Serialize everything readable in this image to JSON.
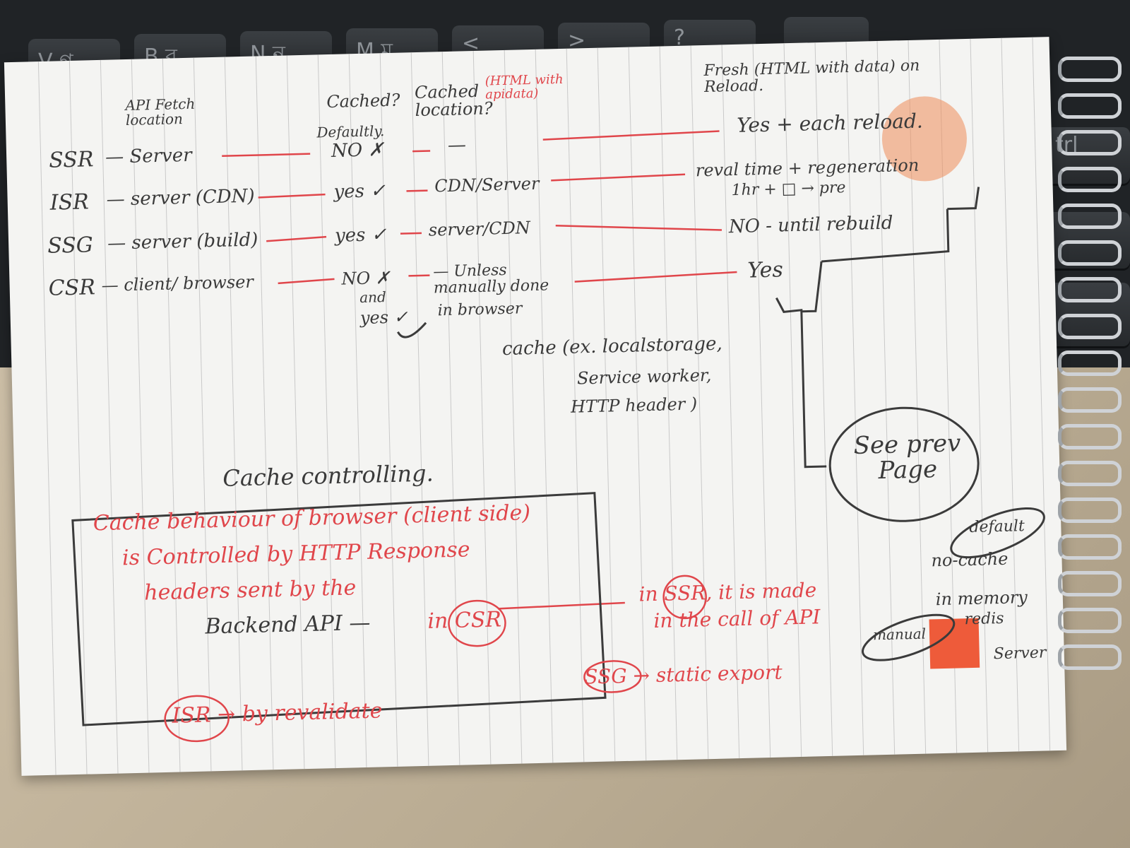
{
  "keyboard": {
    "keys": [
      {
        "label": "V গ"
      },
      {
        "label": "B ব"
      },
      {
        "label": "N ন"
      },
      {
        "label": "M ম"
      },
      {
        "label": "<"
      },
      {
        "label": ">"
      },
      {
        "label": "?"
      },
      {
        "label": "trl"
      }
    ]
  },
  "notes": {
    "headers": {
      "api_fetch": "API Fetch location",
      "cached": "Cached?",
      "cached_location": "Cached location?",
      "cached_note": "(HTML with apidata)",
      "fresh": "Fresh (HTML with data) on Reload."
    },
    "rows": [
      {
        "type": "SSR",
        "location": "— Server",
        "cached_prefix": "Defaultly.",
        "cached": "NO ✗",
        "cached_location": "—",
        "fresh": "Yes + each reload."
      },
      {
        "type": "ISR",
        "location": "— server (CDN)",
        "cached": "yes ✓",
        "cached_location": "CDN/Server",
        "fresh": "reval time + regeneration",
        "fresh_extra": "1hr + □ → pre"
      },
      {
        "type": "SSG",
        "location": "— server (build)",
        "cached": "yes ✓",
        "cached_location": "server/CDN",
        "fresh": "NO - until rebuild"
      },
      {
        "type": "CSR",
        "location": "— client/ browser",
        "cached": "NO ✗",
        "cached_extra_1": "and",
        "cached_extra_2": "yes ✓",
        "cached_location": "— Unless manually done",
        "cached_location_extra": "in browser",
        "fresh": "Yes"
      }
    ],
    "browser_cache": {
      "line1": "cache (ex. localstorage,",
      "line2": "Service worker,",
      "line3": "HTTP header )"
    },
    "see_prev": "See prev Page",
    "cache_controlling": {
      "title": "Cache controlling.",
      "line1": "Cache behaviour of browser (client side)",
      "line2": "is Controlled by HTTP Response",
      "line3": "headers sent by the",
      "line4_dark": "Backend API —",
      "line4_red": "in CSR",
      "isr_text": "ISR → by revalidate",
      "ssr_text": "in SSR, it is made",
      "ssr_text2": "in the call of API",
      "ssg_text": "SSG → static export",
      "default": "default",
      "no_cache": "no-cache",
      "in_memory": "in memory",
      "redis": "redis",
      "manual": "manual",
      "server": "Server"
    }
  }
}
